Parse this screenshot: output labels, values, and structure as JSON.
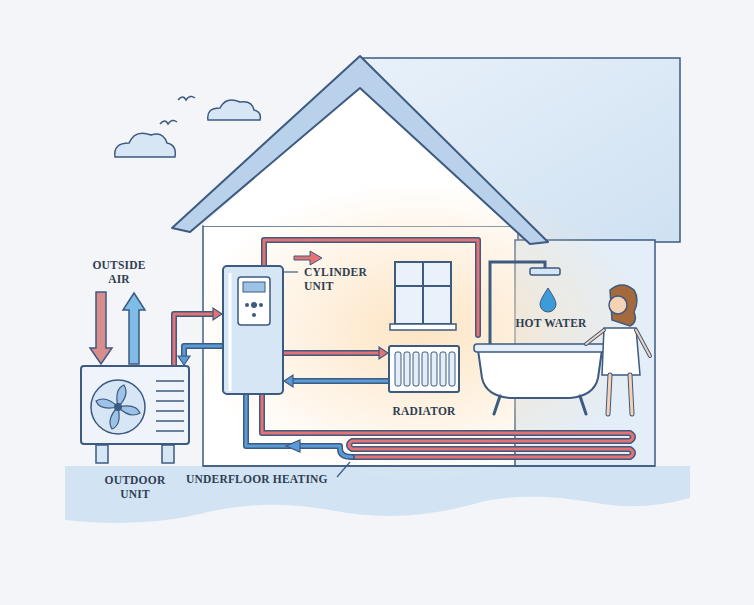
{
  "diagram": {
    "nodes": [
      {
        "text": [
          "OUTDOOR UNIT"
        ]
      },
      {
        "text": [
          "CYLINDER UNIT"
        ]
      },
      {
        "text": [
          "RADIATOR"
        ]
      }
    ],
    "edges": [
      {
        "from": 0,
        "to": 1,
        "arrow": "to"
      },
      {
        "from": 1,
        "to": 0,
        "arrow": "to"
      },
      {
        "from": 1,
        "to": 2,
        "arrow": "to"
      },
      {
        "from": 2,
        "to": 1,
        "arrow": "to"
      }
    ],
    "labels": [
      "OUTSIDE AIR",
      "HOT WATER",
      "UNDERFLOOR HEATING"
    ]
  }
}
